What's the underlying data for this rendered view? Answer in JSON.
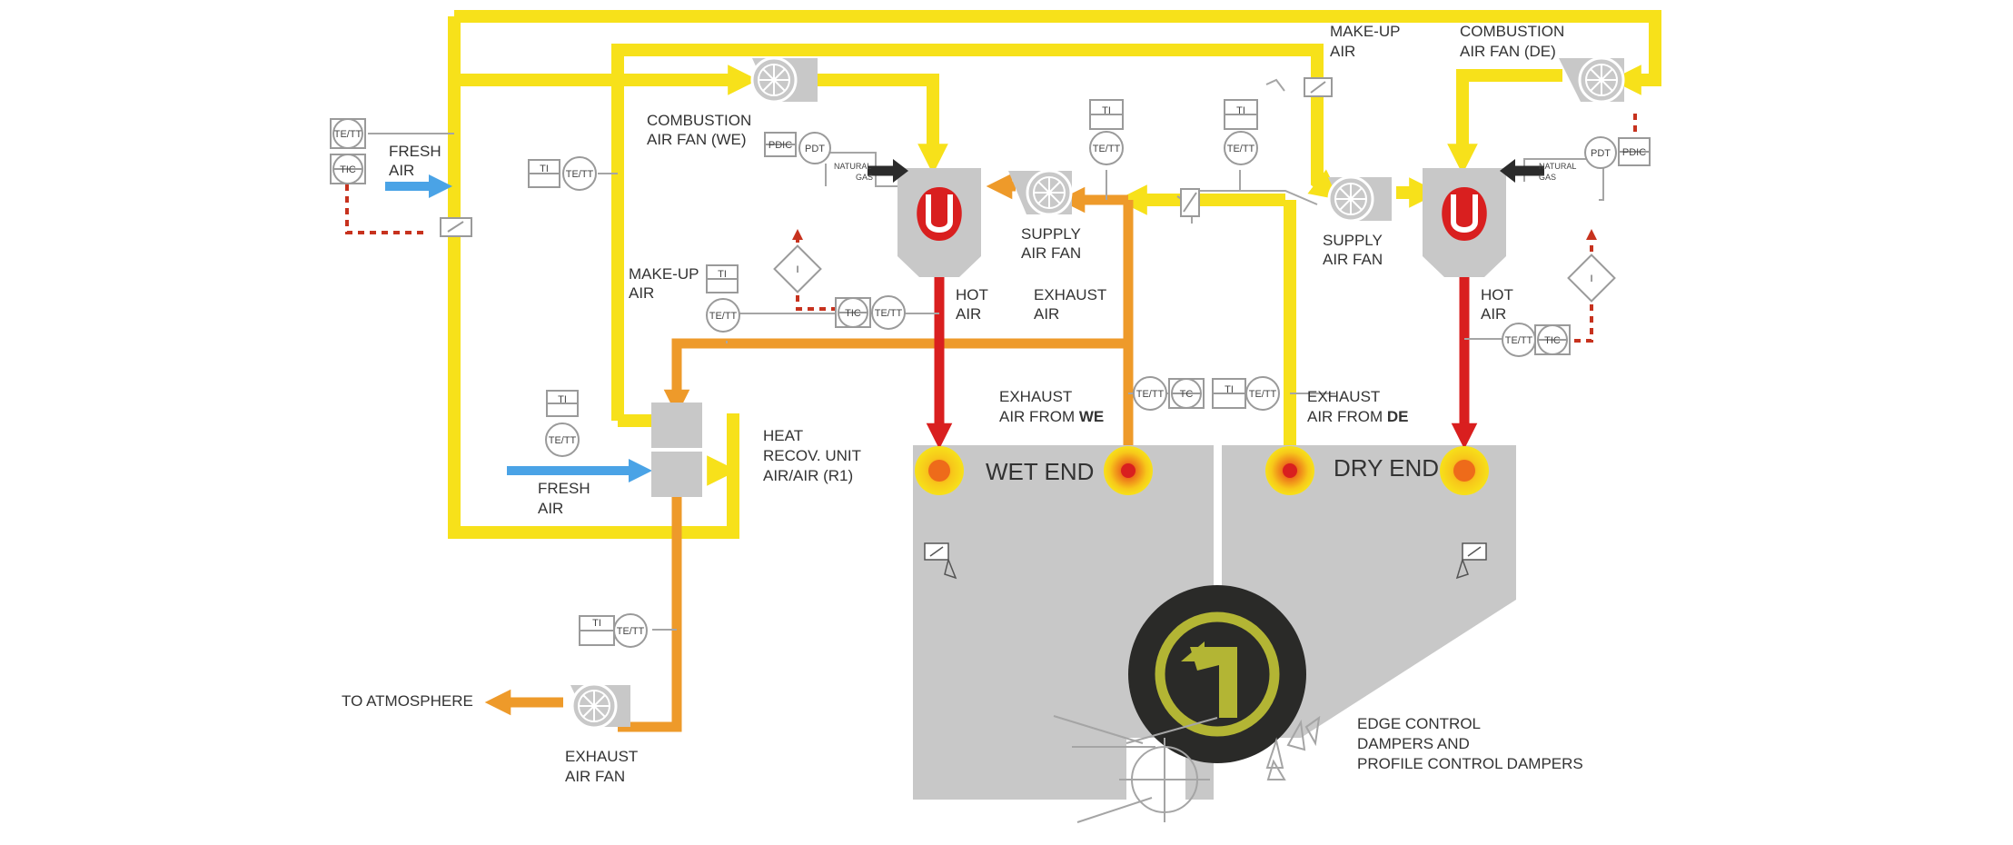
{
  "labels": {
    "fresh_air_top": [
      "FRESH",
      "AIR"
    ],
    "combustion_fan_we": [
      "COMBUSTION",
      "AIR FAN (WE)"
    ],
    "make_up_air_left": [
      "MAKE-UP",
      "AIR"
    ],
    "make_up_air_top": [
      "MAKE-UP",
      "AIR"
    ],
    "combustion_fan_de": [
      "COMBUSTION",
      "AIR FAN (DE)"
    ],
    "supply_fan_we": [
      "SUPPLY",
      "AIR FAN"
    ],
    "supply_fan_de": [
      "SUPPLY",
      "AIR FAN"
    ],
    "hot_air_we": [
      "HOT",
      "AIR"
    ],
    "hot_air_de": [
      "HOT",
      "AIR"
    ],
    "exhaust_air_mid": [
      "EXHAUST",
      "AIR"
    ],
    "exhaust_from_we": [
      "EXHAUST",
      "AIR FROM",
      "WE"
    ],
    "exhaust_from_de": [
      "EXHAUST",
      "AIR FROM",
      "DE"
    ],
    "heat_recovery": [
      "HEAT",
      "RECOV. UNIT",
      "AIR/AIR (R1)"
    ],
    "fresh_air_bottom": [
      "FRESH",
      "AIR"
    ],
    "to_atmosphere": "TO ATMOSPHERE",
    "exhaust_air_fan": [
      "EXHAUST",
      "AIR FAN"
    ],
    "wet_end": "WET END",
    "dry_end": "DRY END",
    "dampers": [
      "EDGE CONTROL",
      "DAMPERS AND",
      "PROFILE CONTROL DAMPERS"
    ],
    "natural_gas_we": [
      "NATURAL",
      "GAS"
    ],
    "natural_gas_de": [
      "NATURAL",
      "GAS"
    ]
  },
  "instruments": {
    "te_tt": "TE/TT",
    "tic": "TIC",
    "ti": "TI",
    "tc": "TC",
    "pdic": "PDIC",
    "pdt": "PDT",
    "i": "I"
  },
  "colors": {
    "supply_air": "#f7e11a",
    "exhaust_air": "#ee9a2a",
    "hot_air": "#d91f1f",
    "fresh_air": "#4aa3e6",
    "control_signal": "#c7321e",
    "hood": "#c8c8c8",
    "logo_bg": "#2a2a28",
    "logo_fg": "#b3b534"
  }
}
